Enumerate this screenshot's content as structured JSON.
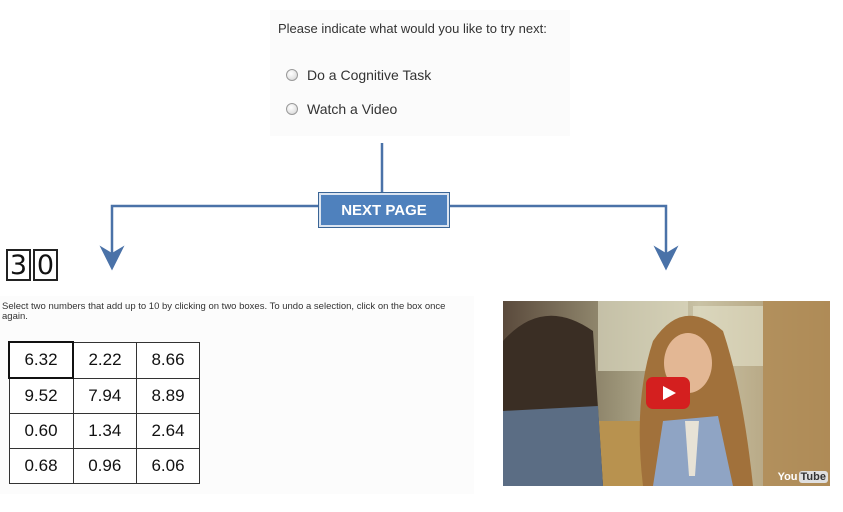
{
  "survey": {
    "question": "Please indicate what would you like to try next:",
    "options": [
      {
        "label": "Do a Cognitive Task"
      },
      {
        "label": "Watch a Video"
      }
    ]
  },
  "next_button": {
    "label": "NEXT PAGE"
  },
  "colors": {
    "accent": "#4f81bd",
    "arrow": "#4a72a8",
    "play": "#d41f1f"
  },
  "timer": {
    "digits": [
      "3",
      "0"
    ]
  },
  "task": {
    "instructions": "Select two numbers that add up to 10 by clicking on two boxes.  To undo a selection, click on the box once again.",
    "grid": [
      [
        "6.32",
        "2.22",
        "8.66"
      ],
      [
        "9.52",
        "7.94",
        "8.89"
      ],
      [
        "0.60",
        "1.34",
        "2.64"
      ],
      [
        "0.68",
        "0.96",
        "6.06"
      ]
    ]
  },
  "video": {
    "logo_you": "You",
    "logo_tube": "Tube"
  }
}
